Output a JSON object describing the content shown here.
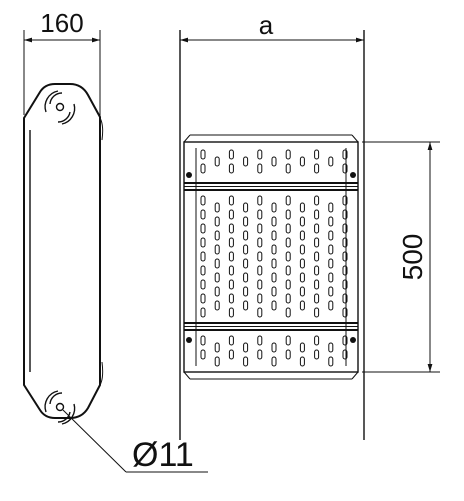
{
  "dimensions": {
    "width_label": "160",
    "a_label": "a",
    "length_label": "500",
    "hole_label": "Ø11"
  }
}
